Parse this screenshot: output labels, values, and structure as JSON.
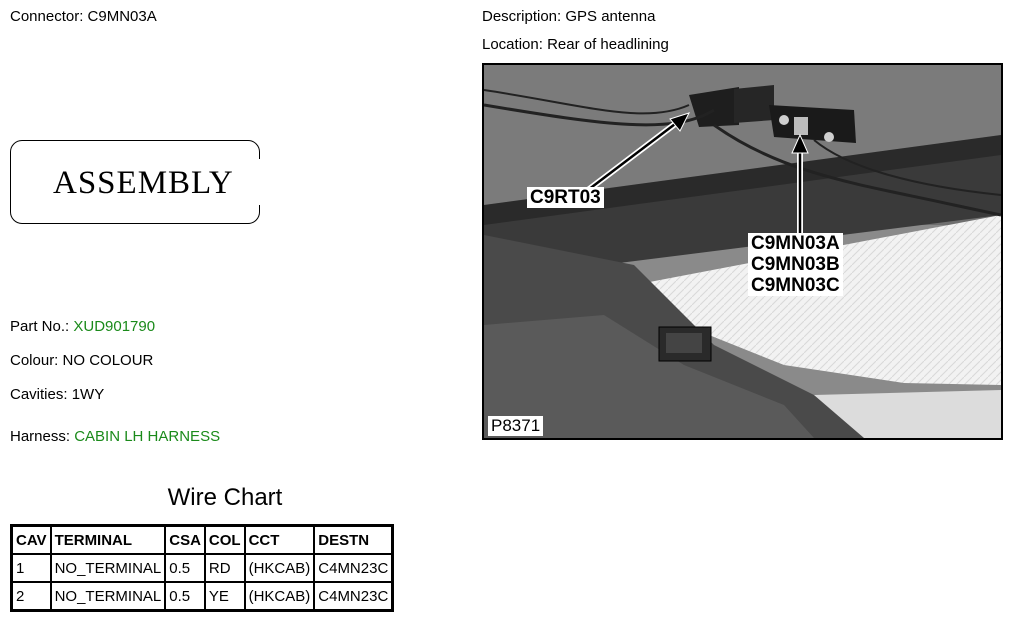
{
  "connector": {
    "label": "Connector:",
    "value": "C9MN03A"
  },
  "description": {
    "label": "Description:",
    "value": "GPS antenna"
  },
  "location": {
    "label": "Location:",
    "value": "Rear of headlining"
  },
  "assembly": {
    "text": "ASSEMBLY"
  },
  "part_no": {
    "label": "Part No.:",
    "value": "XUD901790"
  },
  "colour": {
    "label": "Colour:",
    "value": "NO COLOUR"
  },
  "cavities": {
    "label": "Cavities:",
    "value": "1WY"
  },
  "harness": {
    "label": "Harness:",
    "value": "CABIN LH HARNESS"
  },
  "wire_chart": {
    "title": "Wire Chart",
    "headers": [
      "CAV",
      "TERMINAL",
      "CSA",
      "COL",
      "CCT",
      "DESTN"
    ],
    "rows": [
      [
        "1",
        "NO_TERMINAL",
        "0.5",
        "RD",
        "(HKCAB)",
        "C4MN23C"
      ],
      [
        "2",
        "NO_TERMINAL",
        "0.5",
        "YE",
        "(HKCAB)",
        "C4MN23C"
      ]
    ]
  },
  "photo": {
    "callout_left": "C9RT03",
    "callout_right": [
      "C9MN03A",
      "C9MN03B",
      "C9MN03C"
    ],
    "figure_id": "P8371"
  }
}
